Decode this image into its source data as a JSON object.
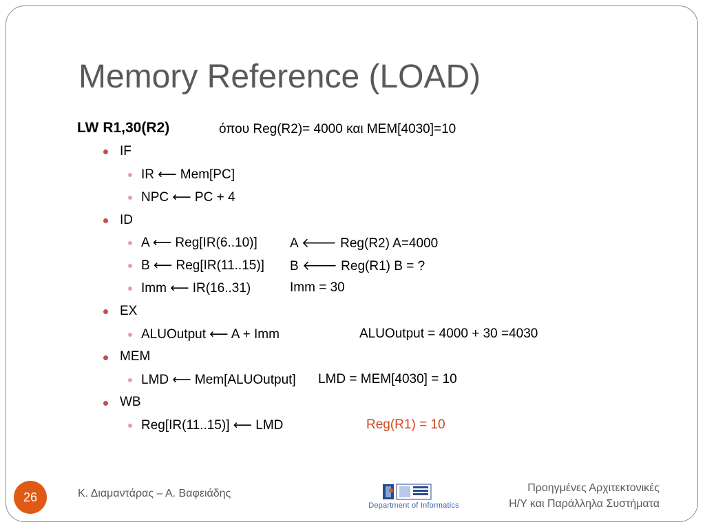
{
  "title": "Memory Reference (LOAD)",
  "instruction": {
    "code": "LW   R1,30(R2)",
    "note": "όπου Reg(R2)= 4000 και MEM[4030]=10"
  },
  "stages": [
    {
      "name": "IF",
      "steps": [
        {
          "op": "IR ⟵ Mem[PC]",
          "result": ""
        },
        {
          "op": "NPC ⟵ PC + 4",
          "result": ""
        }
      ]
    },
    {
      "name": "ID",
      "steps": [
        {
          "op": "A ⟵ Reg[IR(6..10)]",
          "result": "A 🡐 Reg(R2)  A=4000"
        },
        {
          "op": "B ⟵ Reg[IR(11..15)]",
          "result": "B 🡐 Reg(R1)   B = ?"
        },
        {
          "op": "Imm ⟵ IR(16..31)",
          "result": "Imm = 30"
        }
      ]
    },
    {
      "name": "EX",
      "steps": [
        {
          "op": "ALUOutput ⟵ A + Imm",
          "result": "ALUOutput =  4000 + 30 =4030"
        }
      ]
    },
    {
      "name": "MEM",
      "steps": [
        {
          "op": "LMD ⟵ Mem[ALUOutput]",
          "result": "LMD = MEM[4030] = 10"
        }
      ]
    },
    {
      "name": "WB",
      "steps": [
        {
          "op": "Reg[IR(11..15)] ⟵ LMD",
          "result": "Reg(R1) = 10"
        }
      ]
    }
  ],
  "footer": {
    "page_number": "26",
    "authors": "Κ. Διαμαντάρας – Α. Βαφειάδης",
    "logo_text": "Department of Informatics",
    "course_line1": "Προηγμένες Αρχιτεκτονικές",
    "course_line2": "Η/Υ και Παράλληλα Συστήματα"
  },
  "colors": {
    "title": "#595959",
    "bullet_level1": "#c0504d",
    "bullet_level2": "#e6a0a0",
    "highlight": "#d4451e",
    "page_badge": "#e05a16"
  },
  "icons": {
    "bullet_level1": "dot-icon",
    "bullet_level2": "dot-icon",
    "logo": "department-logo-icon"
  }
}
